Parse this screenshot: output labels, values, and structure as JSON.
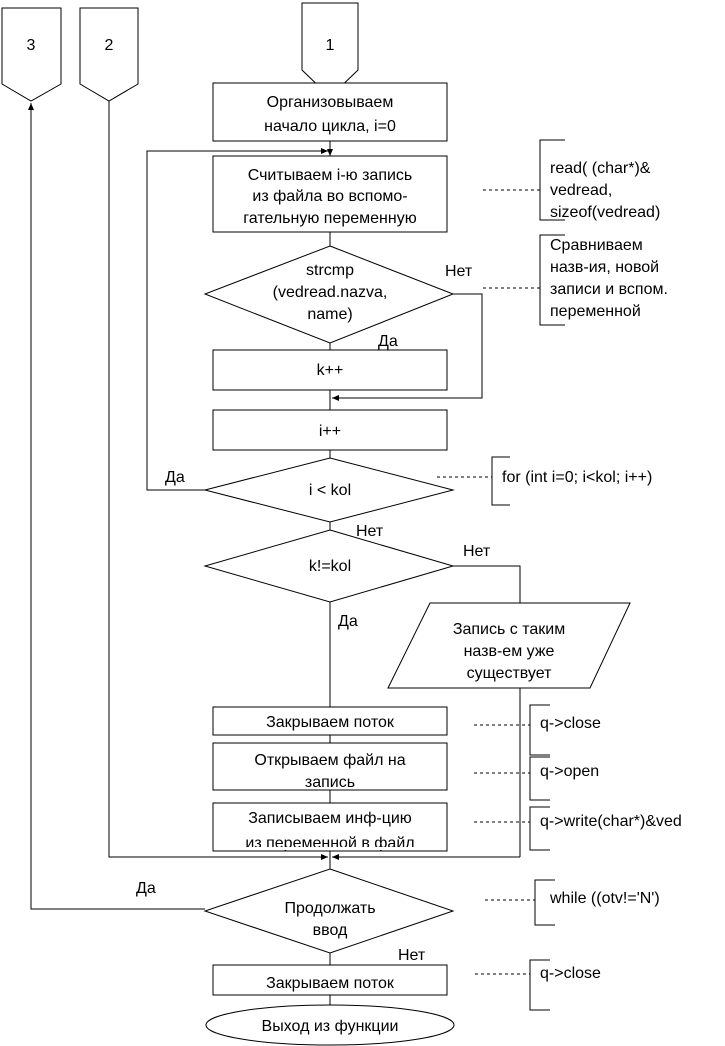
{
  "connectors": [
    "1",
    "2",
    "3"
  ],
  "blocks": {
    "init": [
      "Организовываем",
      "начало цикла, i=0"
    ],
    "read": [
      "Считываем i-ю запись",
      "из файла во вспомо-",
      "гательную переменную"
    ],
    "strcmp": [
      "strcmp",
      "(vedread.nazva,",
      "name)"
    ],
    "kinc": "k++",
    "iinc": "i++",
    "iltkol": "i < kol",
    "kneq": "k!=kol",
    "exists": [
      "Запись с таким",
      "назв-ем уже",
      "существует"
    ],
    "close1": "Закрываем поток",
    "open": [
      "Открываем файл на",
      "запись"
    ],
    "write": [
      "Записываем инф-цию",
      "из переменной в файл"
    ],
    "continue": [
      "Продолжать",
      "ввод"
    ],
    "close2": "Закрываем поток",
    "exit": "Выход из функции"
  },
  "labels": {
    "yes": "Да",
    "no": "Нет"
  },
  "comments": {
    "read": [
      "read( (char*)&",
      "vedread,",
      "sizeof(vedread)"
    ],
    "compare": [
      "Сравниваем",
      "назв-ия, новой",
      "записи и вспом.",
      "переменной"
    ],
    "for": "for (int i=0; i<kol; i++)",
    "close1": "q->close",
    "open": "q->open",
    "write": "q->write(char*)&ved",
    "while": "while ((otv!='N')",
    "close2": "q->close"
  }
}
